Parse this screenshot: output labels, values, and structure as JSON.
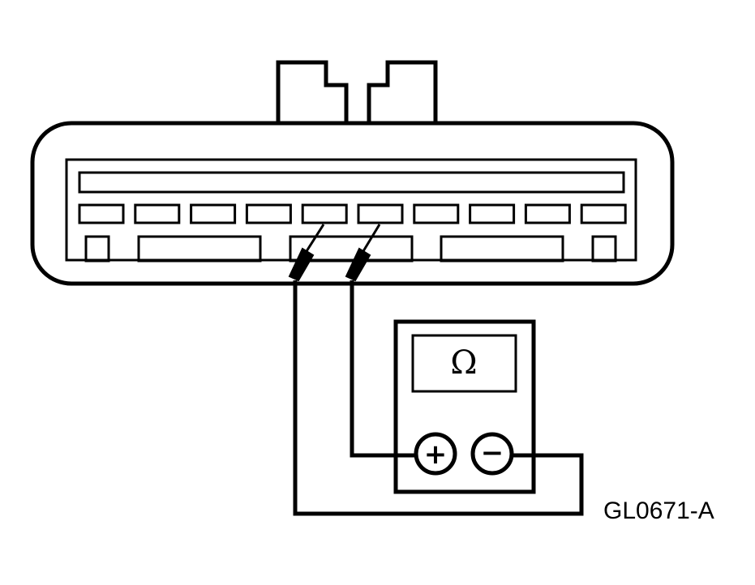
{
  "diagram": {
    "figure_id": "GL0671-A",
    "meter": {
      "display_symbol": "Ω",
      "positive_jack": "+",
      "negative_jack": "−"
    },
    "connector": {
      "top_row_terminal_count": 10,
      "bottom_row_cavity_count": 5
    },
    "colors": {
      "ink": "#000000",
      "background": "#ffffff"
    }
  }
}
